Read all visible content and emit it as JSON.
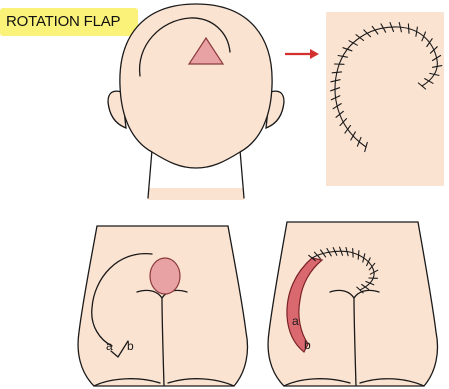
{
  "title": "ROTATION FLAP",
  "colors": {
    "highlight": "#fbf27a",
    "skin": "#fbe3d2",
    "defect": "#e9a2a4",
    "flap": "#d9696f",
    "arrow": "#d32f2f"
  },
  "labels": {
    "bottom_left_a": "a",
    "bottom_left_b": "b",
    "bottom_right_a": "a",
    "bottom_right_b": "b"
  }
}
